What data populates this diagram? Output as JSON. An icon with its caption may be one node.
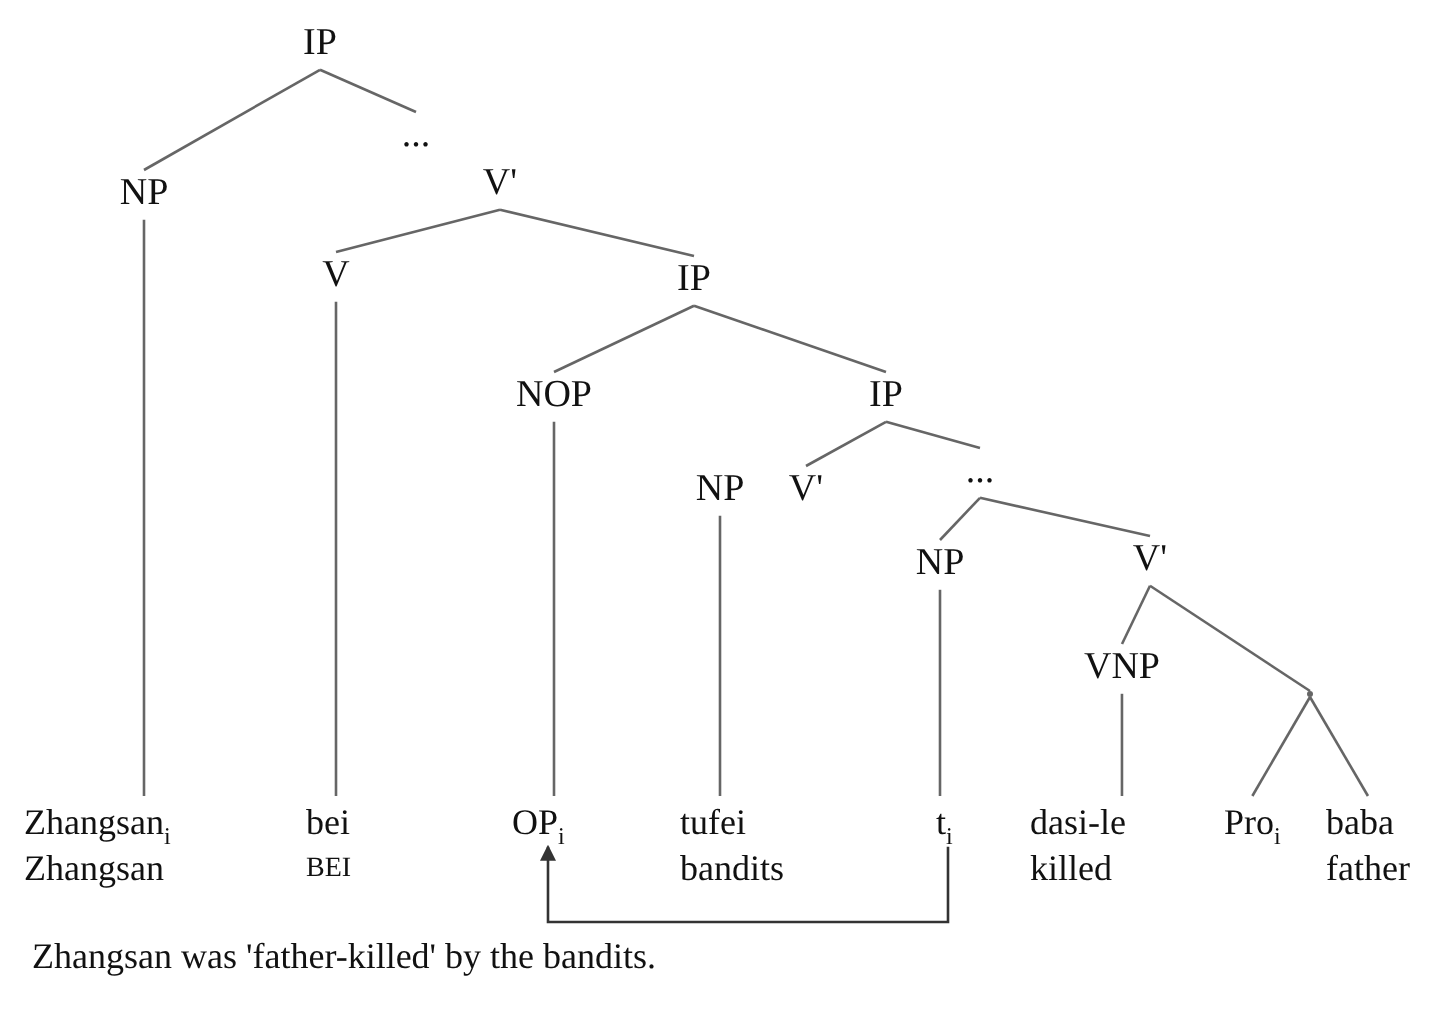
{
  "diagram": {
    "caption": "Zhangsan was 'father-killed' by the bandits.",
    "nodes": [
      {
        "text": [
          "IP"
        ]
      },
      {
        "text": [
          "NP"
        ]
      },
      {
        "text": [
          "..."
        ]
      },
      {
        "text": [
          "V'"
        ]
      },
      {
        "text": [
          "V"
        ]
      },
      {
        "text": [
          "IP"
        ]
      },
      {
        "text": [
          "NOP"
        ]
      },
      {
        "text": [
          "IP"
        ]
      },
      {
        "text": [
          "NP"
        ]
      },
      {
        "text": [
          "V'"
        ]
      },
      {
        "text": [
          "..."
        ]
      },
      {
        "text": [
          "NP"
        ]
      },
      {
        "text": [
          "V'"
        ]
      },
      {
        "text": [
          "VNP"
        ]
      },
      {
        "text": [],
        "shape": "point"
      },
      {
        "text": [
          "Zhangsan$_{i}$",
          "Zhangsan"
        ]
      },
      {
        "text": [
          "bei",
          "BEI"
        ]
      },
      {
        "text": [
          "OP$_{i}$"
        ]
      },
      {
        "text": [
          "tufei",
          "bandits"
        ]
      },
      {
        "text": [
          "t$_{i}$"
        ]
      },
      {
        "text": [
          "dasi-le",
          "killed"
        ]
      },
      {
        "text": [
          "Pro$_{i}$"
        ]
      },
      {
        "text": [
          "baba",
          "father"
        ]
      }
    ],
    "edges": [
      {
        "from": 0,
        "to": 1,
        "arrow": "none"
      },
      {
        "from": 0,
        "to": 2,
        "arrow": "none"
      },
      {
        "from": 3,
        "to": 4,
        "arrow": "none"
      },
      {
        "from": 3,
        "to": 5,
        "arrow": "none"
      },
      {
        "from": 5,
        "to": 6,
        "arrow": "none"
      },
      {
        "from": 5,
        "to": 7,
        "arrow": "none"
      },
      {
        "from": 7,
        "to": 9,
        "arrow": "none"
      },
      {
        "from": 7,
        "to": 10,
        "arrow": "none"
      },
      {
        "from": 10,
        "to": 11,
        "arrow": "none"
      },
      {
        "from": 10,
        "to": 12,
        "arrow": "none"
      },
      {
        "from": 12,
        "to": 13,
        "arrow": "none"
      },
      {
        "from": 12,
        "to": 14,
        "arrow": "none"
      },
      {
        "from": 1,
        "to": 15,
        "arrow": "none"
      },
      {
        "from": 4,
        "to": 16,
        "arrow": "none"
      },
      {
        "from": 6,
        "to": 17,
        "arrow": "none"
      },
      {
        "from": 8,
        "to": 18,
        "arrow": "none"
      },
      {
        "from": 11,
        "to": 19,
        "arrow": "none"
      },
      {
        "from": 13,
        "to": 20,
        "arrow": "none"
      },
      {
        "from": 14,
        "to": 21,
        "arrow": "none"
      },
      {
        "from": 14,
        "to": 22,
        "arrow": "none"
      },
      {
        "from": 19,
        "to": 17,
        "arrow": "to"
      }
    ]
  }
}
